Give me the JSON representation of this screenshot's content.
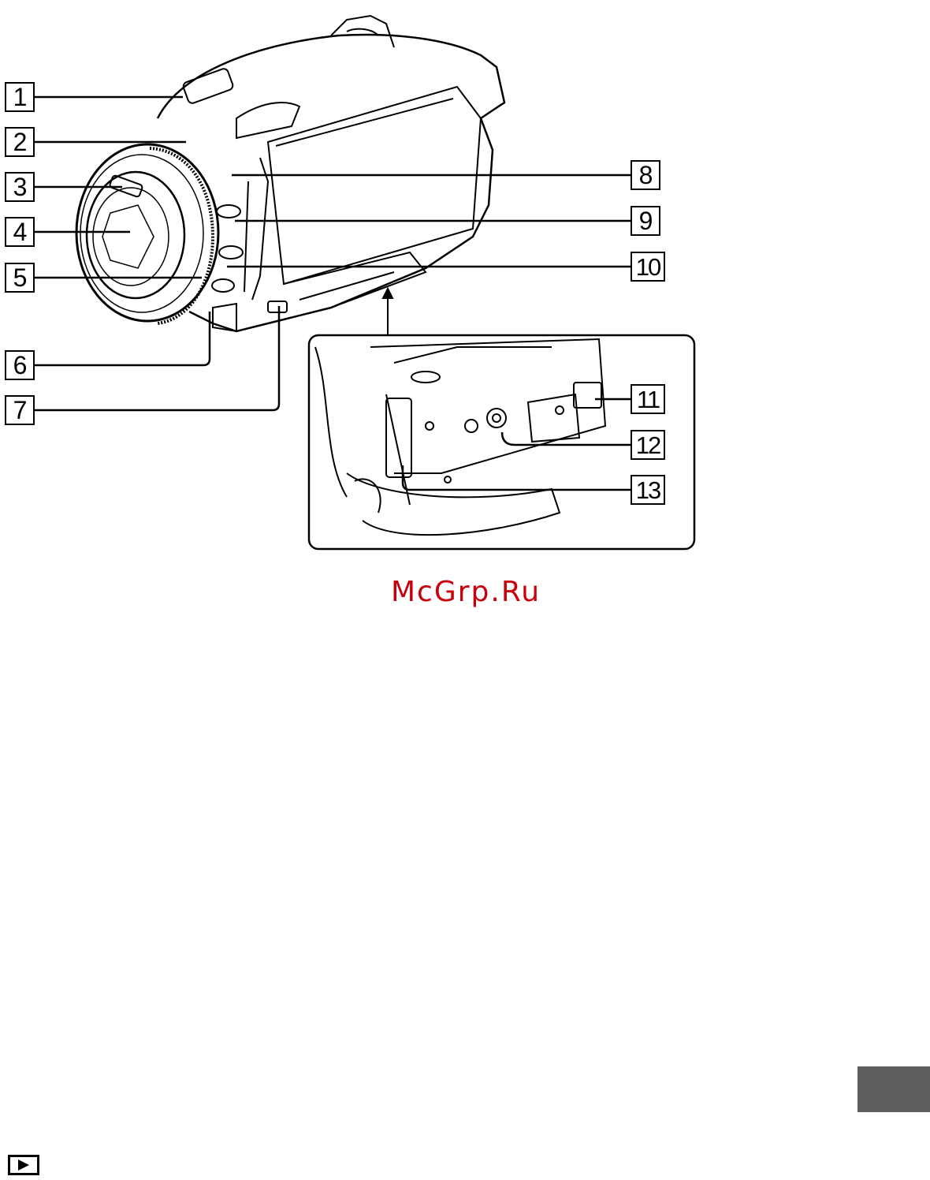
{
  "callouts": [
    {
      "id": "1",
      "label": "1"
    },
    {
      "id": "2",
      "label": "2"
    },
    {
      "id": "3",
      "label": "3"
    },
    {
      "id": "4",
      "label": "4"
    },
    {
      "id": "5",
      "label": "5"
    },
    {
      "id": "6",
      "label": "6"
    },
    {
      "id": "7",
      "label": "7"
    },
    {
      "id": "8",
      "label": "8"
    },
    {
      "id": "9",
      "label": "9"
    },
    {
      "id": "10",
      "label": "10"
    },
    {
      "id": "11",
      "label": "11"
    },
    {
      "id": "12",
      "label": "12"
    },
    {
      "id": "13",
      "label": "13"
    }
  ],
  "watermark": "McGrp.Ru",
  "icons": {
    "footer_icon": "play-icon",
    "section_tab": "grey-tab"
  },
  "colors": {
    "watermark": "#c8000a",
    "tab": "#5e5e5e"
  }
}
